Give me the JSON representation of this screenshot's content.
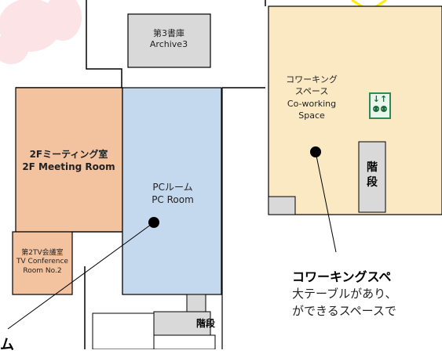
{
  "rooms": {
    "archive3": {
      "ja": "第3書庫",
      "en": "Archive3"
    },
    "coworking": {
      "ja_line1": "コワーキング",
      "ja_line2": "スペース",
      "en_line1": "Co-working",
      "en_line2": "Space"
    },
    "meeting_2f": {
      "ja": "2Fミーティング室",
      "en": "2F Meeting Room"
    },
    "pc_room": {
      "ja": "PCルーム",
      "en": "PC Room"
    },
    "tv_conference": {
      "ja": "第2TV会議室",
      "en_line1": "TV Conference",
      "en_line2": "Room No.2"
    }
  },
  "stairs": {
    "vertical_line1": "階",
    "vertical_line2": "段",
    "horizontal": "階段"
  },
  "elevator": {
    "icon": "elevator-icon",
    "glyph_top": "↓↑",
    "glyph_bottom": "👥"
  },
  "callout": {
    "title": "コワーキングスペ",
    "desc_line1": "大テーブルがあり、",
    "desc_line2": "ができるスペースで"
  },
  "pc_callout_fragment": "ム",
  "colors": {
    "coworking_fill": "#fbe9c4",
    "meeting_fill": "#f3c3a0",
    "pc_fill": "#c5d9ee",
    "archive_fill": "#d9d9d9",
    "stairs_fill": "#d9d9d9",
    "wall": "#000000",
    "pointer": "#000000",
    "decor_pink": "#fbe3e6",
    "decor_yellow": "#ffee00"
  }
}
